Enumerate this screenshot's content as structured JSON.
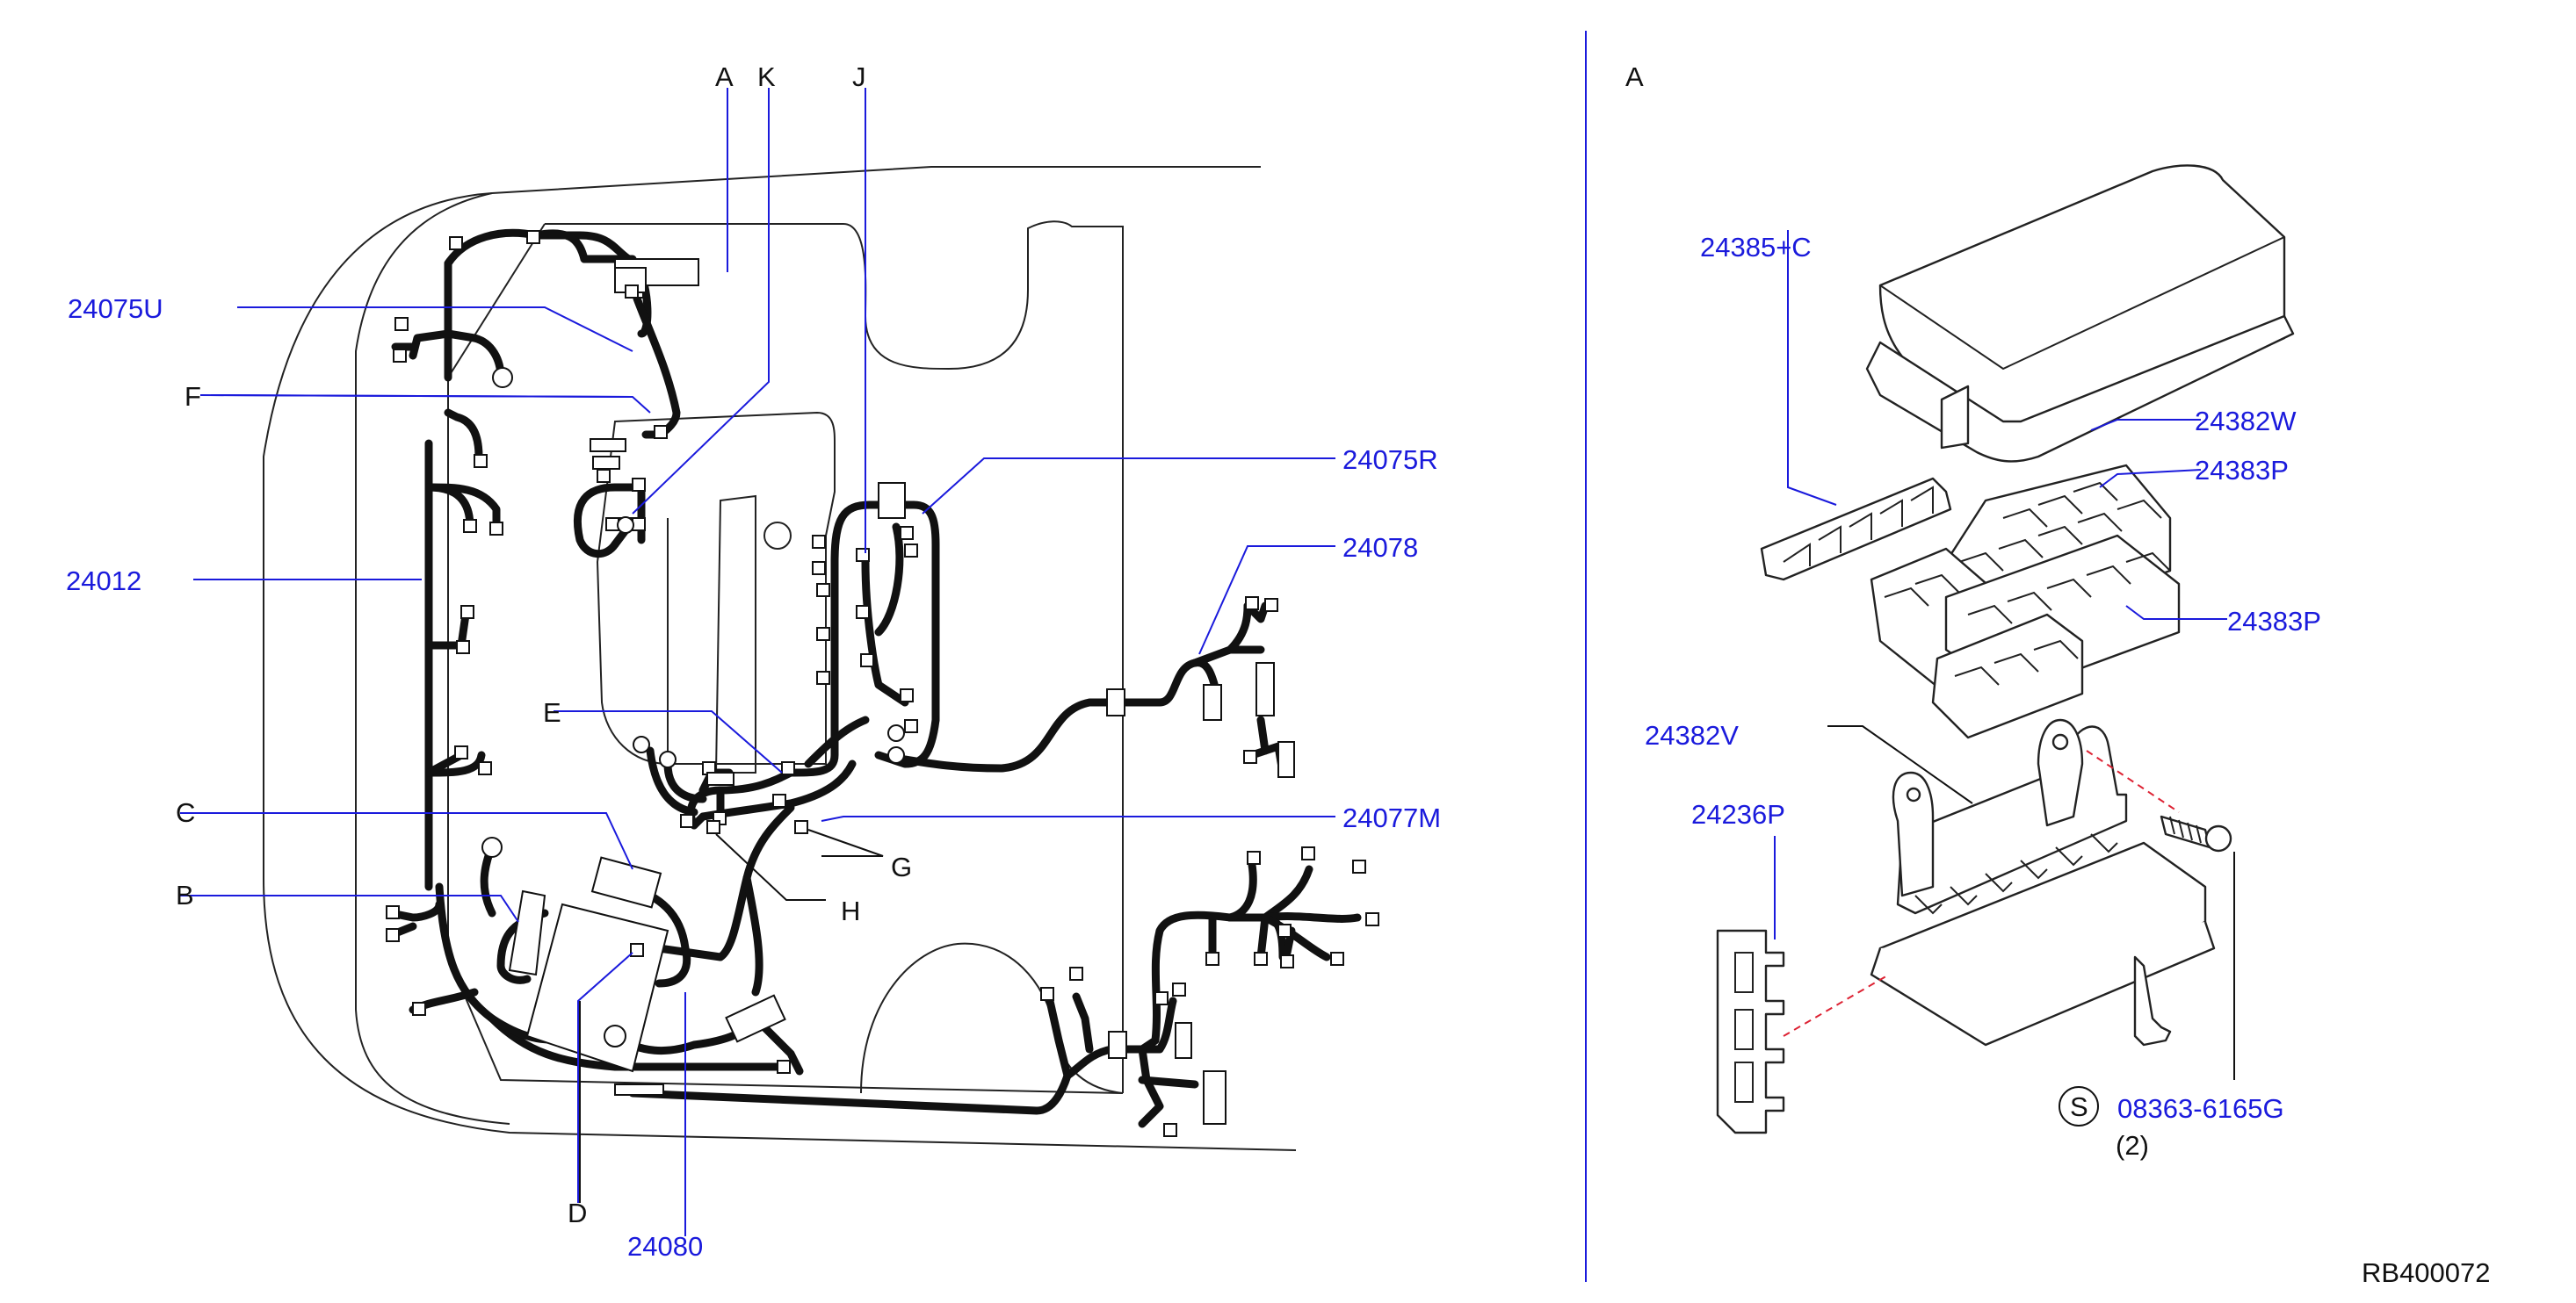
{
  "diagram": {
    "reference_code": "RB400072",
    "detail_view_letter": "A",
    "callouts_blue": [
      {
        "id": "24075U",
        "text": "24075U"
      },
      {
        "id": "24012",
        "text": "24012"
      },
      {
        "id": "24075R",
        "text": "24075R"
      },
      {
        "id": "24078",
        "text": "24078"
      },
      {
        "id": "24077M",
        "text": "24077M"
      },
      {
        "id": "24080",
        "text": "24080"
      },
      {
        "id": "24385C",
        "text": "24385+C"
      },
      {
        "id": "24382W",
        "text": "24382W"
      },
      {
        "id": "24383P_1",
        "text": "24383P"
      },
      {
        "id": "24383P_2",
        "text": "24383P"
      },
      {
        "id": "24382V",
        "text": "24382V"
      },
      {
        "id": "24236P",
        "text": "24236P"
      },
      {
        "id": "08363",
        "text": "08363-6165G"
      }
    ],
    "callouts_letters": [
      {
        "id": "A",
        "text": "A"
      },
      {
        "id": "K",
        "text": "K"
      },
      {
        "id": "J",
        "text": "J"
      },
      {
        "id": "F",
        "text": "F"
      },
      {
        "id": "E",
        "text": "E"
      },
      {
        "id": "C",
        "text": "C"
      },
      {
        "id": "B",
        "text": "B"
      },
      {
        "id": "G",
        "text": "G"
      },
      {
        "id": "H",
        "text": "H"
      },
      {
        "id": "D",
        "text": "D"
      }
    ],
    "bolt_symbol": "S",
    "bolt_quantity": "(2)"
  }
}
